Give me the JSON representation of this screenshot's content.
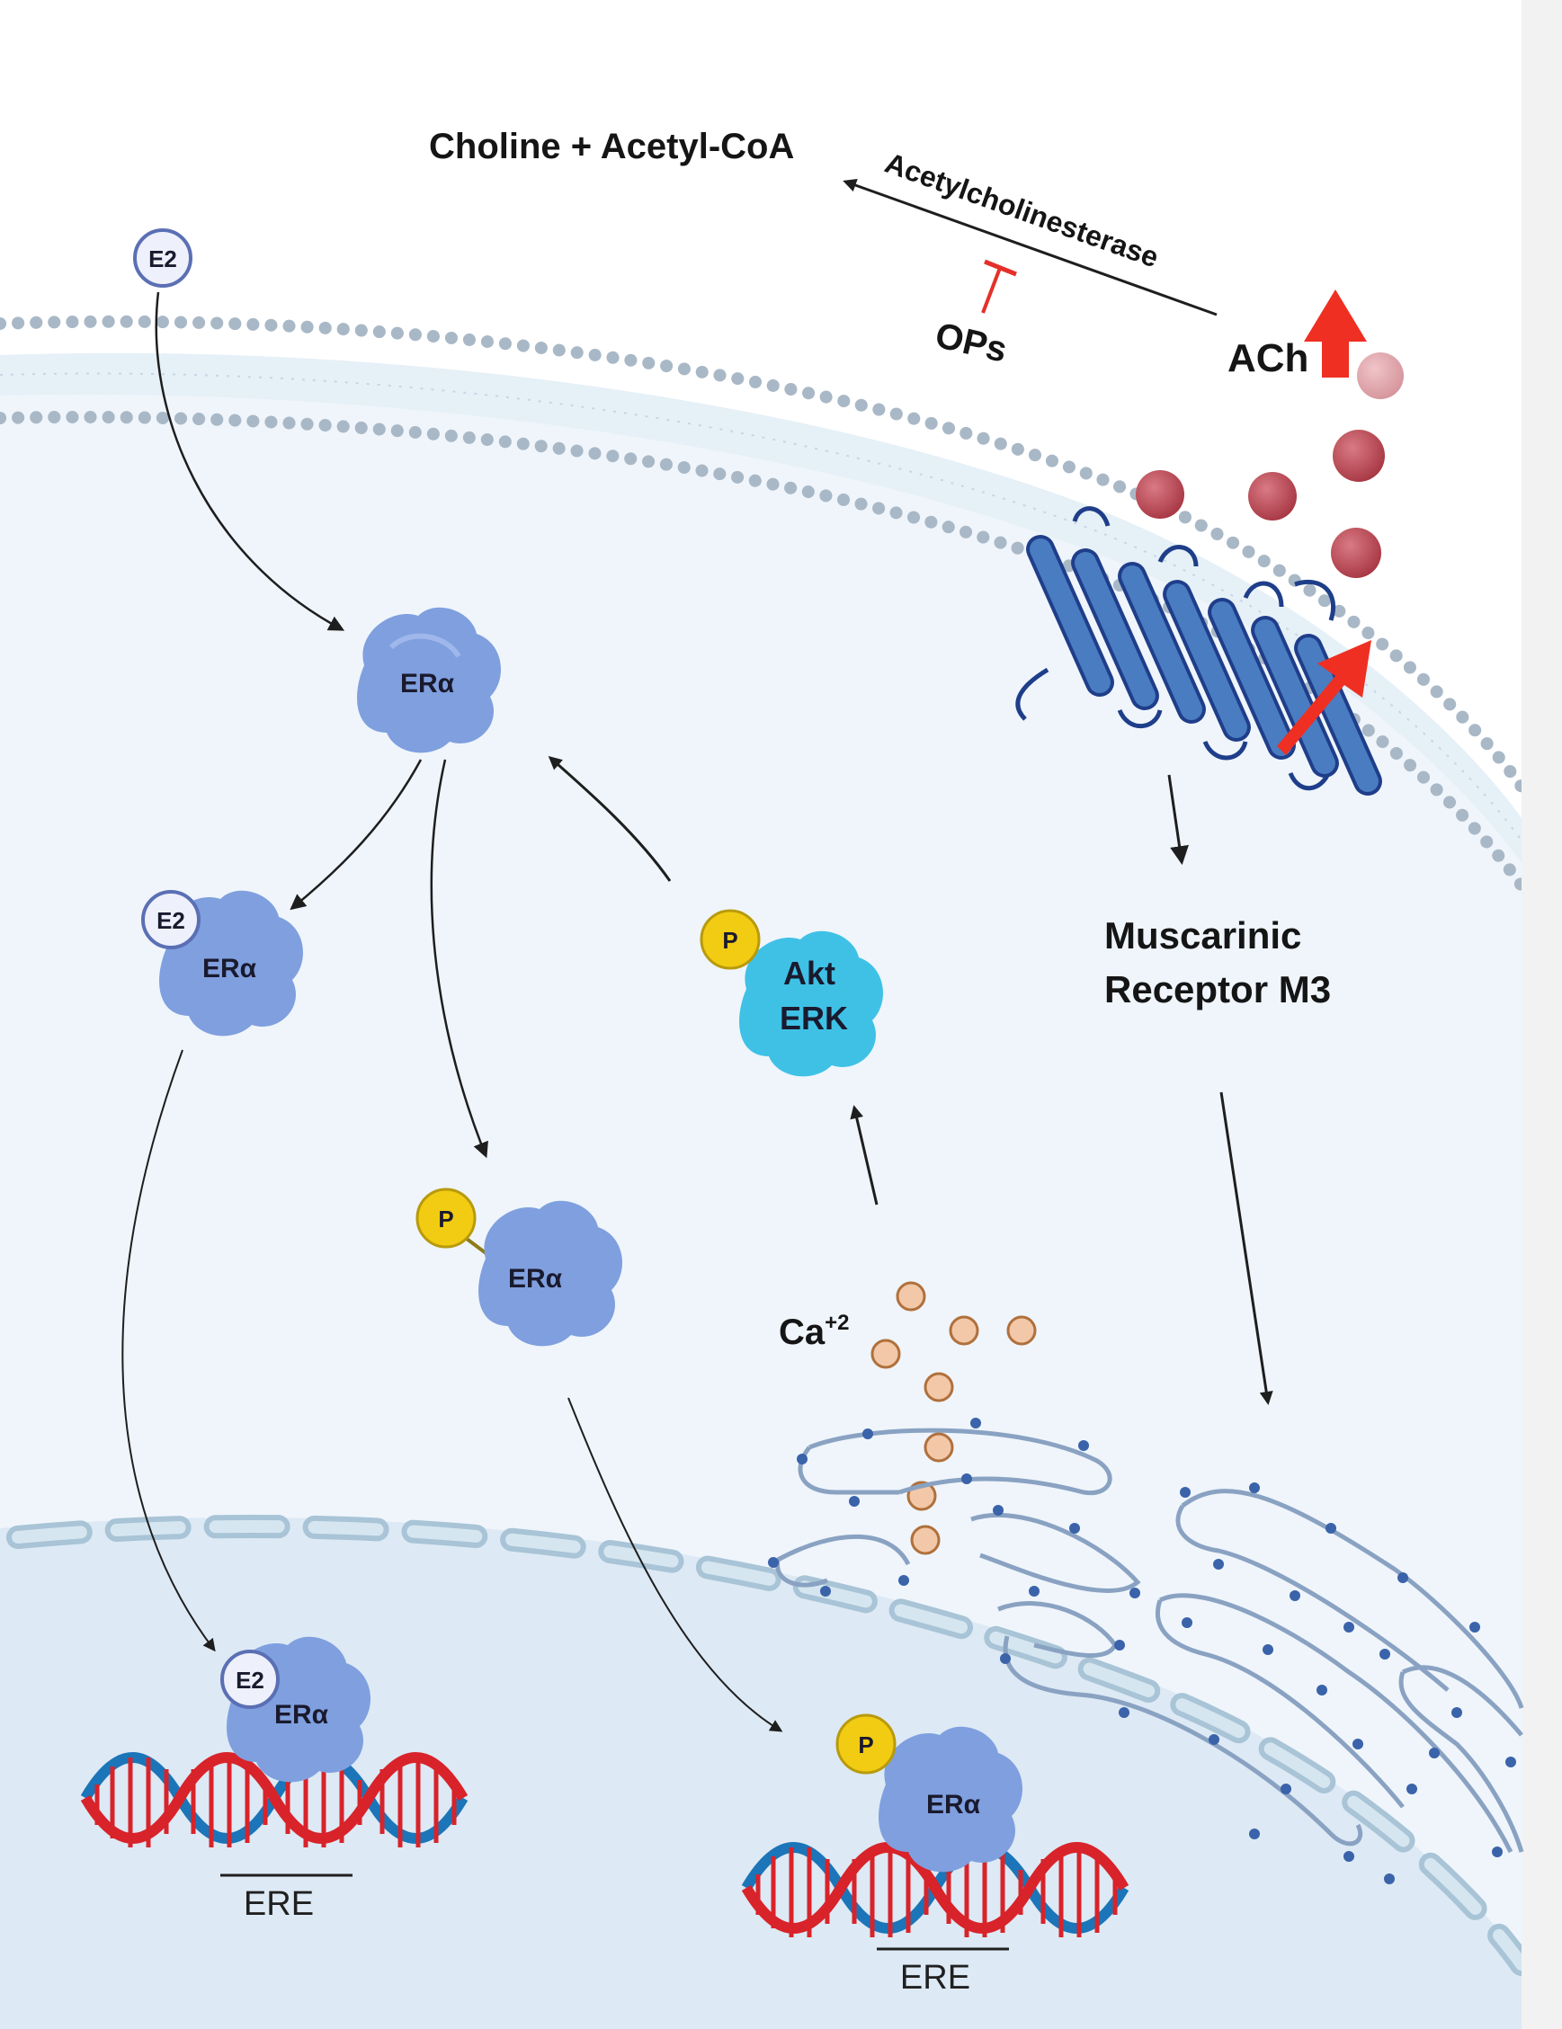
{
  "labels": {
    "choline": "Choline + Acetyl-CoA",
    "enzyme": "Acetylcholinesterase",
    "ops": "OPs",
    "ach": "ACh",
    "e2": "E2",
    "era": "ERα",
    "p": "P",
    "akt": "Akt",
    "erk": "ERK",
    "muscarinic_line1": "Muscarinic",
    "muscarinic_line2": "Receptor M3",
    "ca": "Ca",
    "ca_sup": "+2",
    "ere": "ERE"
  },
  "colors": {
    "membrane_dot": "#a9b8c6",
    "membrane_fill": "#e6f0f7",
    "cytoplasm": "#eff5fb",
    "nucleus": "#dde9f4",
    "protein": "#7f9fdf",
    "akt_erk": "#3fc1e6",
    "phosphate": "#f2cc12",
    "ach_ball": "#b64550",
    "calcium": "#f2c8a8",
    "receptor": "#3f71b6",
    "increase_arrow": "#ee2f22",
    "inhibitor": "#e5302a",
    "dna_red": "#d8232a",
    "dna_blue": "#1b75b8",
    "er_membrane": "#8aa2c2"
  }
}
